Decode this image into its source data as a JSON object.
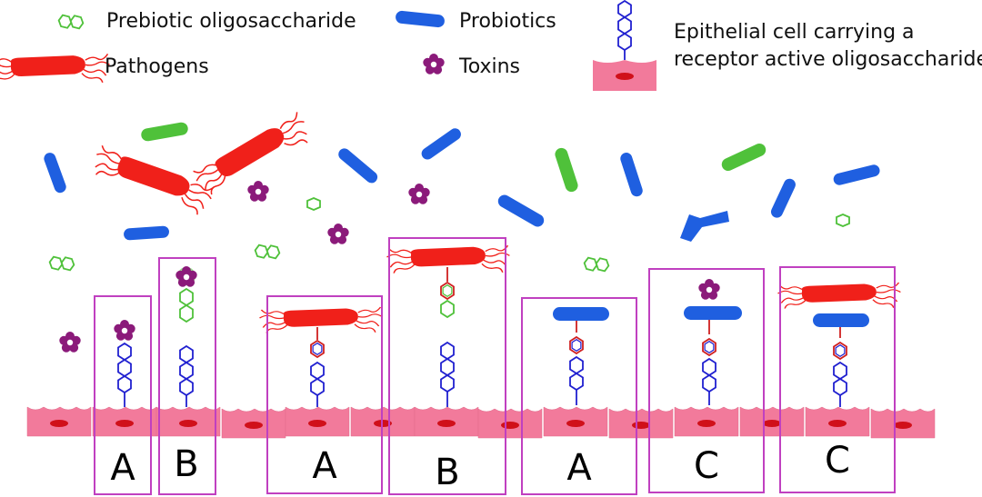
{
  "legend": {
    "prebiotic": "Prebiotic oligosaccharide",
    "probiotics": "Probiotics",
    "pathogens": "Pathogens",
    "toxins": "Toxins",
    "epithelial_line1": "Epithelial cell carrying a",
    "epithelial_line2": "receptor active oligosaccharide"
  },
  "boxes": [
    "A",
    "B",
    "A",
    "B",
    "A",
    "C",
    "C"
  ],
  "colors": {
    "prebiotic": "#4fc13a",
    "probiotic": "#1f5fe0",
    "pathogen": "#f0201a",
    "toxin": "#8b1a7a",
    "epithelial": "#f27a9b",
    "nucleus": "#d0101a",
    "box": "#c040c0",
    "receptor": "#2020d0",
    "binding": "#d02020"
  }
}
